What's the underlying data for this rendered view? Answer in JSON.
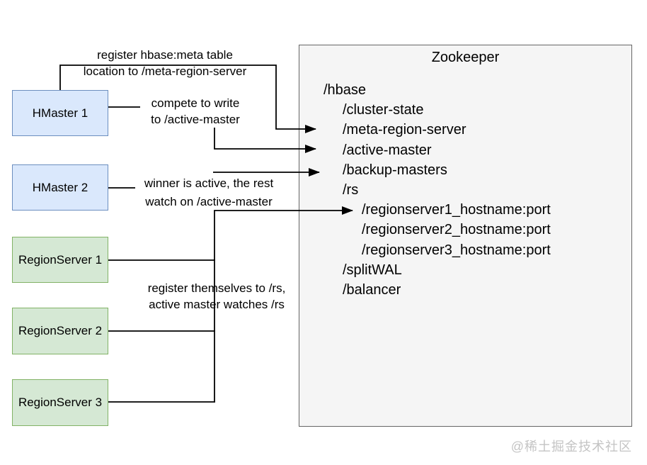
{
  "zookeeper": {
    "title": "Zookeeper",
    "nodes": [
      {
        "label": "/hbase",
        "level": 0
      },
      {
        "label": "/cluster-state",
        "level": 1
      },
      {
        "label": "/meta-region-server",
        "level": 1
      },
      {
        "label": "/active-master",
        "level": 1
      },
      {
        "label": "/backup-masters",
        "level": 1
      },
      {
        "label": "/rs",
        "level": 1
      },
      {
        "label": "/regionserver1_hostname:port",
        "level": 2
      },
      {
        "label": "/regionserver2_hostname:port",
        "level": 2
      },
      {
        "label": "/regionserver3_hostname:port",
        "level": 2
      },
      {
        "label": "/splitWAL",
        "level": 1
      },
      {
        "label": "/balancer",
        "level": 1
      }
    ]
  },
  "boxes": {
    "hmaster1": {
      "label": "HMaster 1"
    },
    "hmaster2": {
      "label": "HMaster 2"
    },
    "regionserver1": {
      "label": "RegionServer 1"
    },
    "regionserver2": {
      "label": "RegionServer 2"
    },
    "regionserver3": {
      "label": "RegionServer 3"
    }
  },
  "annotations": {
    "register_meta": {
      "line1": "register hbase:meta table",
      "line2": "location to /meta-region-server"
    },
    "compete": {
      "line1": "compete to write",
      "line2": "to /active-master"
    },
    "winner": {
      "line1": "winner is active, the rest",
      "line2": "watch on /active-master"
    },
    "register_rs": {
      "line1": "register themselves to /rs,",
      "line2": "active master watches /rs"
    }
  },
  "watermark": {
    "text": "@稀土掘金技术社区"
  },
  "colors": {
    "master_fill": "#dae8fc",
    "master_border": "#6c8ebf",
    "regionserver_fill": "#d5e8d4",
    "regionserver_border": "#82b366",
    "zookeeper_fill": "#f5f5f5",
    "zookeeper_border": "#666666",
    "connector": "#000000",
    "watermark": "#c4c4c4"
  }
}
